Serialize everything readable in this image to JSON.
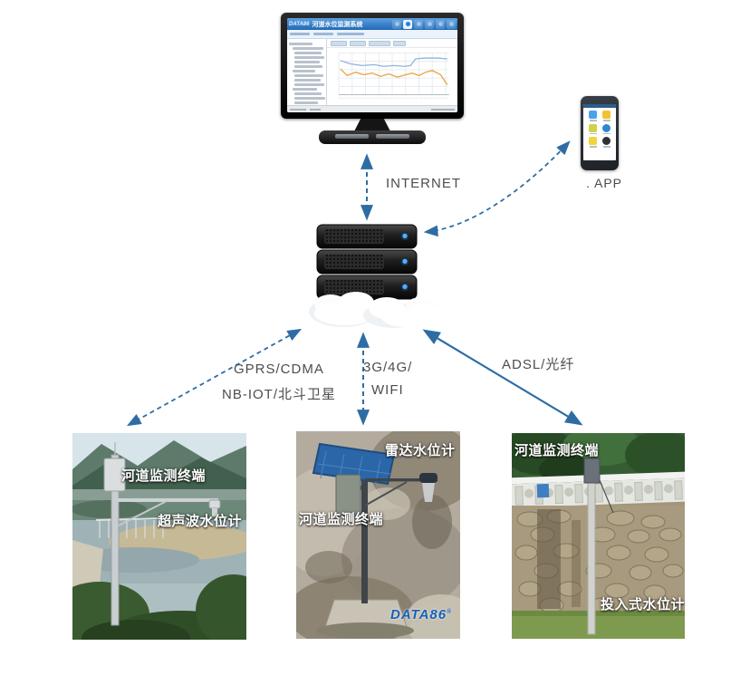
{
  "monitor": {
    "brand": "DATA86",
    "app_title": "河道水位监测系统"
  },
  "labels": {
    "internet": "INTERNET",
    "gprs_line1": "GPRS/CDMA",
    "gprs_line2": "NB-IOT/北斗卫星",
    "cell_line1": "3G/4G/",
    "cell_line2": "WIFI",
    "adsl": "ADSL/光纤"
  },
  "phone": {
    "caption": ". APP"
  },
  "stations": [
    {
      "terminal": "河道监测终端",
      "sensor": "超声波水位计"
    },
    {
      "sensor": "雷达水位计",
      "terminal": "河道监测终端",
      "brand": "DATA86",
      "brand_mark": "®"
    },
    {
      "terminal": "河道监测终端",
      "sensor": "投入式水位计"
    }
  ],
  "colors": {
    "arrow": "#2e6da4",
    "label_text": "#4d4d4d",
    "overlay_text": "#ffffff",
    "brand_blue": "#1460b8"
  }
}
